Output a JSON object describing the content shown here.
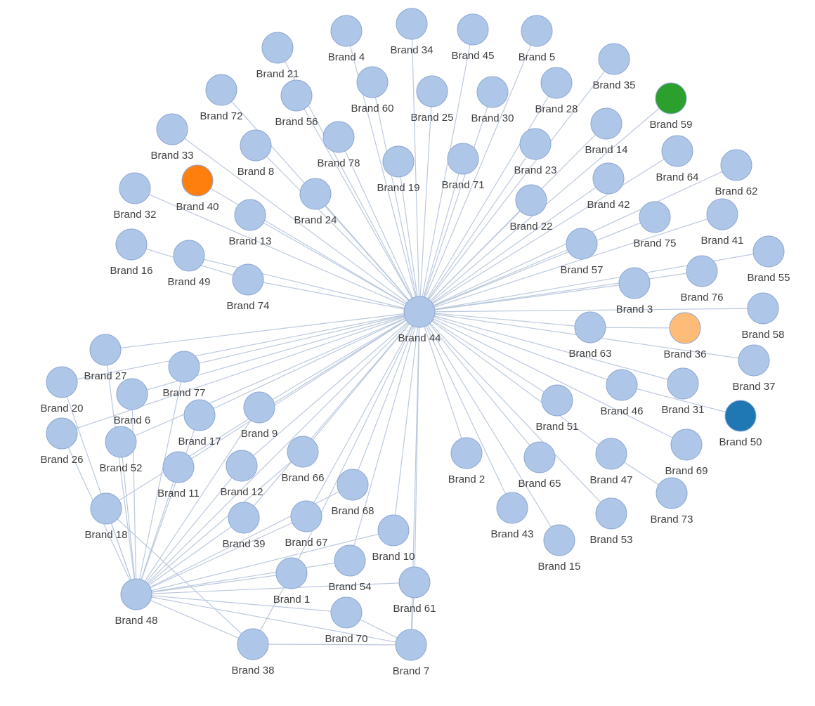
{
  "graph": {
    "default_color": "#aec7e8",
    "hub": "Brand 44",
    "nodes": [
      {
        "id": "Brand 44",
        "label": "Brand 44"
      },
      {
        "id": "Brand 4",
        "label": "Brand 4"
      },
      {
        "id": "Brand 34",
        "label": "Brand 34"
      },
      {
        "id": "Brand 45",
        "label": "Brand 45"
      },
      {
        "id": "Brand 5",
        "label": "Brand 5"
      },
      {
        "id": "Brand 21",
        "label": "Brand 21"
      },
      {
        "id": "Brand 35",
        "label": "Brand 35"
      },
      {
        "id": "Brand 60",
        "label": "Brand 60"
      },
      {
        "id": "Brand 25",
        "label": "Brand 25"
      },
      {
        "id": "Brand 30",
        "label": "Brand 30"
      },
      {
        "id": "Brand 28",
        "label": "Brand 28"
      },
      {
        "id": "Brand 59",
        "label": "Brand 59",
        "color": "#2ca02c"
      },
      {
        "id": "Brand 72",
        "label": "Brand 72"
      },
      {
        "id": "Brand 56",
        "label": "Brand 56"
      },
      {
        "id": "Brand 14",
        "label": "Brand 14"
      },
      {
        "id": "Brand 33",
        "label": "Brand 33"
      },
      {
        "id": "Brand 8",
        "label": "Brand 8"
      },
      {
        "id": "Brand 78",
        "label": "Brand 78"
      },
      {
        "id": "Brand 19",
        "label": "Brand 19"
      },
      {
        "id": "Brand 71",
        "label": "Brand 71"
      },
      {
        "id": "Brand 23",
        "label": "Brand 23"
      },
      {
        "id": "Brand 64",
        "label": "Brand 64"
      },
      {
        "id": "Brand 62",
        "label": "Brand 62"
      },
      {
        "id": "Brand 40",
        "label": "Brand 40",
        "color": "#ff7f0e"
      },
      {
        "id": "Brand 32",
        "label": "Brand 32"
      },
      {
        "id": "Brand 24",
        "label": "Brand 24"
      },
      {
        "id": "Brand 13",
        "label": "Brand 13"
      },
      {
        "id": "Brand 22",
        "label": "Brand 22"
      },
      {
        "id": "Brand 42",
        "label": "Brand 42"
      },
      {
        "id": "Brand 75",
        "label": "Brand 75"
      },
      {
        "id": "Brand 41",
        "label": "Brand 41"
      },
      {
        "id": "Brand 16",
        "label": "Brand 16"
      },
      {
        "id": "Brand 49",
        "label": "Brand 49"
      },
      {
        "id": "Brand 74",
        "label": "Brand 74"
      },
      {
        "id": "Brand 57",
        "label": "Brand 57"
      },
      {
        "id": "Brand 55",
        "label": "Brand 55"
      },
      {
        "id": "Brand 76",
        "label": "Brand 76"
      },
      {
        "id": "Brand 3",
        "label": "Brand 3"
      },
      {
        "id": "Brand 58",
        "label": "Brand 58"
      },
      {
        "id": "Brand 63",
        "label": "Brand 63"
      },
      {
        "id": "Brand 36",
        "label": "Brand 36",
        "color": "#ffbb78"
      },
      {
        "id": "Brand 37",
        "label": "Brand 37"
      },
      {
        "id": "Brand 27",
        "label": "Brand 27"
      },
      {
        "id": "Brand 20",
        "label": "Brand 20"
      },
      {
        "id": "Brand 77",
        "label": "Brand 77"
      },
      {
        "id": "Brand 6",
        "label": "Brand 6"
      },
      {
        "id": "Brand 46",
        "label": "Brand 46"
      },
      {
        "id": "Brand 31",
        "label": "Brand 31"
      },
      {
        "id": "Brand 50",
        "label": "Brand 50",
        "color": "#1f77b4"
      },
      {
        "id": "Brand 26",
        "label": "Brand 26"
      },
      {
        "id": "Brand 52",
        "label": "Brand 52"
      },
      {
        "id": "Brand 17",
        "label": "Brand 17"
      },
      {
        "id": "Brand 9",
        "label": "Brand 9"
      },
      {
        "id": "Brand 51",
        "label": "Brand 51"
      },
      {
        "id": "Brand 69",
        "label": "Brand 69"
      },
      {
        "id": "Brand 11",
        "label": "Brand 11"
      },
      {
        "id": "Brand 12",
        "label": "Brand 12"
      },
      {
        "id": "Brand 66",
        "label": "Brand 66"
      },
      {
        "id": "Brand 2",
        "label": "Brand 2"
      },
      {
        "id": "Brand 65",
        "label": "Brand 65"
      },
      {
        "id": "Brand 47",
        "label": "Brand 47"
      },
      {
        "id": "Brand 73",
        "label": "Brand 73"
      },
      {
        "id": "Brand 68",
        "label": "Brand 68"
      },
      {
        "id": "Brand 18",
        "label": "Brand 18"
      },
      {
        "id": "Brand 39",
        "label": "Brand 39"
      },
      {
        "id": "Brand 67",
        "label": "Brand 67"
      },
      {
        "id": "Brand 43",
        "label": "Brand 43"
      },
      {
        "id": "Brand 53",
        "label": "Brand 53"
      },
      {
        "id": "Brand 10",
        "label": "Brand 10"
      },
      {
        "id": "Brand 15",
        "label": "Brand 15"
      },
      {
        "id": "Brand 54",
        "label": "Brand 54"
      },
      {
        "id": "Brand 1",
        "label": "Brand 1"
      },
      {
        "id": "Brand 61",
        "label": "Brand 61"
      },
      {
        "id": "Brand 48",
        "label": "Brand 48"
      },
      {
        "id": "Brand 70",
        "label": "Brand 70"
      },
      {
        "id": "Brand 38",
        "label": "Brand 38"
      },
      {
        "id": "Brand 7",
        "label": "Brand 7"
      }
    ],
    "edges": [
      [
        "Brand 44",
        "Brand 4"
      ],
      [
        "Brand 44",
        "Brand 34"
      ],
      [
        "Brand 44",
        "Brand 45"
      ],
      [
        "Brand 44",
        "Brand 5"
      ],
      [
        "Brand 44",
        "Brand 21"
      ],
      [
        "Brand 44",
        "Brand 35"
      ],
      [
        "Brand 44",
        "Brand 60"
      ],
      [
        "Brand 44",
        "Brand 25"
      ],
      [
        "Brand 44",
        "Brand 30"
      ],
      [
        "Brand 44",
        "Brand 28"
      ],
      [
        "Brand 44",
        "Brand 59"
      ],
      [
        "Brand 44",
        "Brand 72"
      ],
      [
        "Brand 44",
        "Brand 56"
      ],
      [
        "Brand 44",
        "Brand 14"
      ],
      [
        "Brand 44",
        "Brand 33"
      ],
      [
        "Brand 44",
        "Brand 8"
      ],
      [
        "Brand 44",
        "Brand 78"
      ],
      [
        "Brand 44",
        "Brand 19"
      ],
      [
        "Brand 44",
        "Brand 71"
      ],
      [
        "Brand 44",
        "Brand 23"
      ],
      [
        "Brand 44",
        "Brand 64"
      ],
      [
        "Brand 44",
        "Brand 62"
      ],
      [
        "Brand 44",
        "Brand 40"
      ],
      [
        "Brand 44",
        "Brand 32"
      ],
      [
        "Brand 44",
        "Brand 24"
      ],
      [
        "Brand 44",
        "Brand 13"
      ],
      [
        "Brand 44",
        "Brand 22"
      ],
      [
        "Brand 44",
        "Brand 42"
      ],
      [
        "Brand 44",
        "Brand 75"
      ],
      [
        "Brand 44",
        "Brand 41"
      ],
      [
        "Brand 44",
        "Brand 49"
      ],
      [
        "Brand 44",
        "Brand 74"
      ],
      [
        "Brand 44",
        "Brand 57"
      ],
      [
        "Brand 44",
        "Brand 55"
      ],
      [
        "Brand 44",
        "Brand 76"
      ],
      [
        "Brand 44",
        "Brand 3"
      ],
      [
        "Brand 44",
        "Brand 58"
      ],
      [
        "Brand 44",
        "Brand 63"
      ],
      [
        "Brand 44",
        "Brand 37"
      ],
      [
        "Brand 44",
        "Brand 27"
      ],
      [
        "Brand 44",
        "Brand 20"
      ],
      [
        "Brand 44",
        "Brand 77"
      ],
      [
        "Brand 44",
        "Brand 6"
      ],
      [
        "Brand 44",
        "Brand 46"
      ],
      [
        "Brand 44",
        "Brand 31"
      ],
      [
        "Brand 44",
        "Brand 26"
      ],
      [
        "Brand 44",
        "Brand 52"
      ],
      [
        "Brand 44",
        "Brand 17"
      ],
      [
        "Brand 44",
        "Brand 9"
      ],
      [
        "Brand 44",
        "Brand 51"
      ],
      [
        "Brand 44",
        "Brand 69"
      ],
      [
        "Brand 44",
        "Brand 11"
      ],
      [
        "Brand 44",
        "Brand 12"
      ],
      [
        "Brand 44",
        "Brand 66"
      ],
      [
        "Brand 44",
        "Brand 2"
      ],
      [
        "Brand 44",
        "Brand 65"
      ],
      [
        "Brand 44",
        "Brand 47"
      ],
      [
        "Brand 44",
        "Brand 68"
      ],
      [
        "Brand 44",
        "Brand 18"
      ],
      [
        "Brand 44",
        "Brand 39"
      ],
      [
        "Brand 44",
        "Brand 67"
      ],
      [
        "Brand 44",
        "Brand 43"
      ],
      [
        "Brand 44",
        "Brand 53"
      ],
      [
        "Brand 44",
        "Brand 10"
      ],
      [
        "Brand 44",
        "Brand 15"
      ],
      [
        "Brand 44",
        "Brand 54"
      ],
      [
        "Brand 44",
        "Brand 1"
      ],
      [
        "Brand 44",
        "Brand 61"
      ],
      [
        "Brand 44",
        "Brand 48"
      ],
      [
        "Brand 44",
        "Brand 7"
      ],
      [
        "Brand 16",
        "Brand 74"
      ],
      [
        "Brand 36",
        "Brand 63"
      ],
      [
        "Brand 50",
        "Brand 46"
      ],
      [
        "Brand 73",
        "Brand 47"
      ],
      [
        "Brand 48",
        "Brand 20"
      ],
      [
        "Brand 48",
        "Brand 27"
      ],
      [
        "Brand 48",
        "Brand 6"
      ],
      [
        "Brand 48",
        "Brand 26"
      ],
      [
        "Brand 48",
        "Brand 52"
      ],
      [
        "Brand 48",
        "Brand 77"
      ],
      [
        "Brand 48",
        "Brand 17"
      ],
      [
        "Brand 48",
        "Brand 11"
      ],
      [
        "Brand 48",
        "Brand 9"
      ],
      [
        "Brand 48",
        "Brand 18"
      ],
      [
        "Brand 48",
        "Brand 12"
      ],
      [
        "Brand 48",
        "Brand 39"
      ],
      [
        "Brand 48",
        "Brand 66"
      ],
      [
        "Brand 48",
        "Brand 67"
      ],
      [
        "Brand 48",
        "Brand 68"
      ],
      [
        "Brand 48",
        "Brand 1"
      ],
      [
        "Brand 48",
        "Brand 54"
      ],
      [
        "Brand 48",
        "Brand 10"
      ],
      [
        "Brand 48",
        "Brand 70"
      ],
      [
        "Brand 48",
        "Brand 61"
      ],
      [
        "Brand 48",
        "Brand 38"
      ],
      [
        "Brand 48",
        "Brand 7"
      ],
      [
        "Brand 38",
        "Brand 7"
      ],
      [
        "Brand 38",
        "Brand 1"
      ],
      [
        "Brand 38",
        "Brand 18"
      ],
      [
        "Brand 7",
        "Brand 61"
      ],
      [
        "Brand 7",
        "Brand 70"
      ]
    ]
  }
}
